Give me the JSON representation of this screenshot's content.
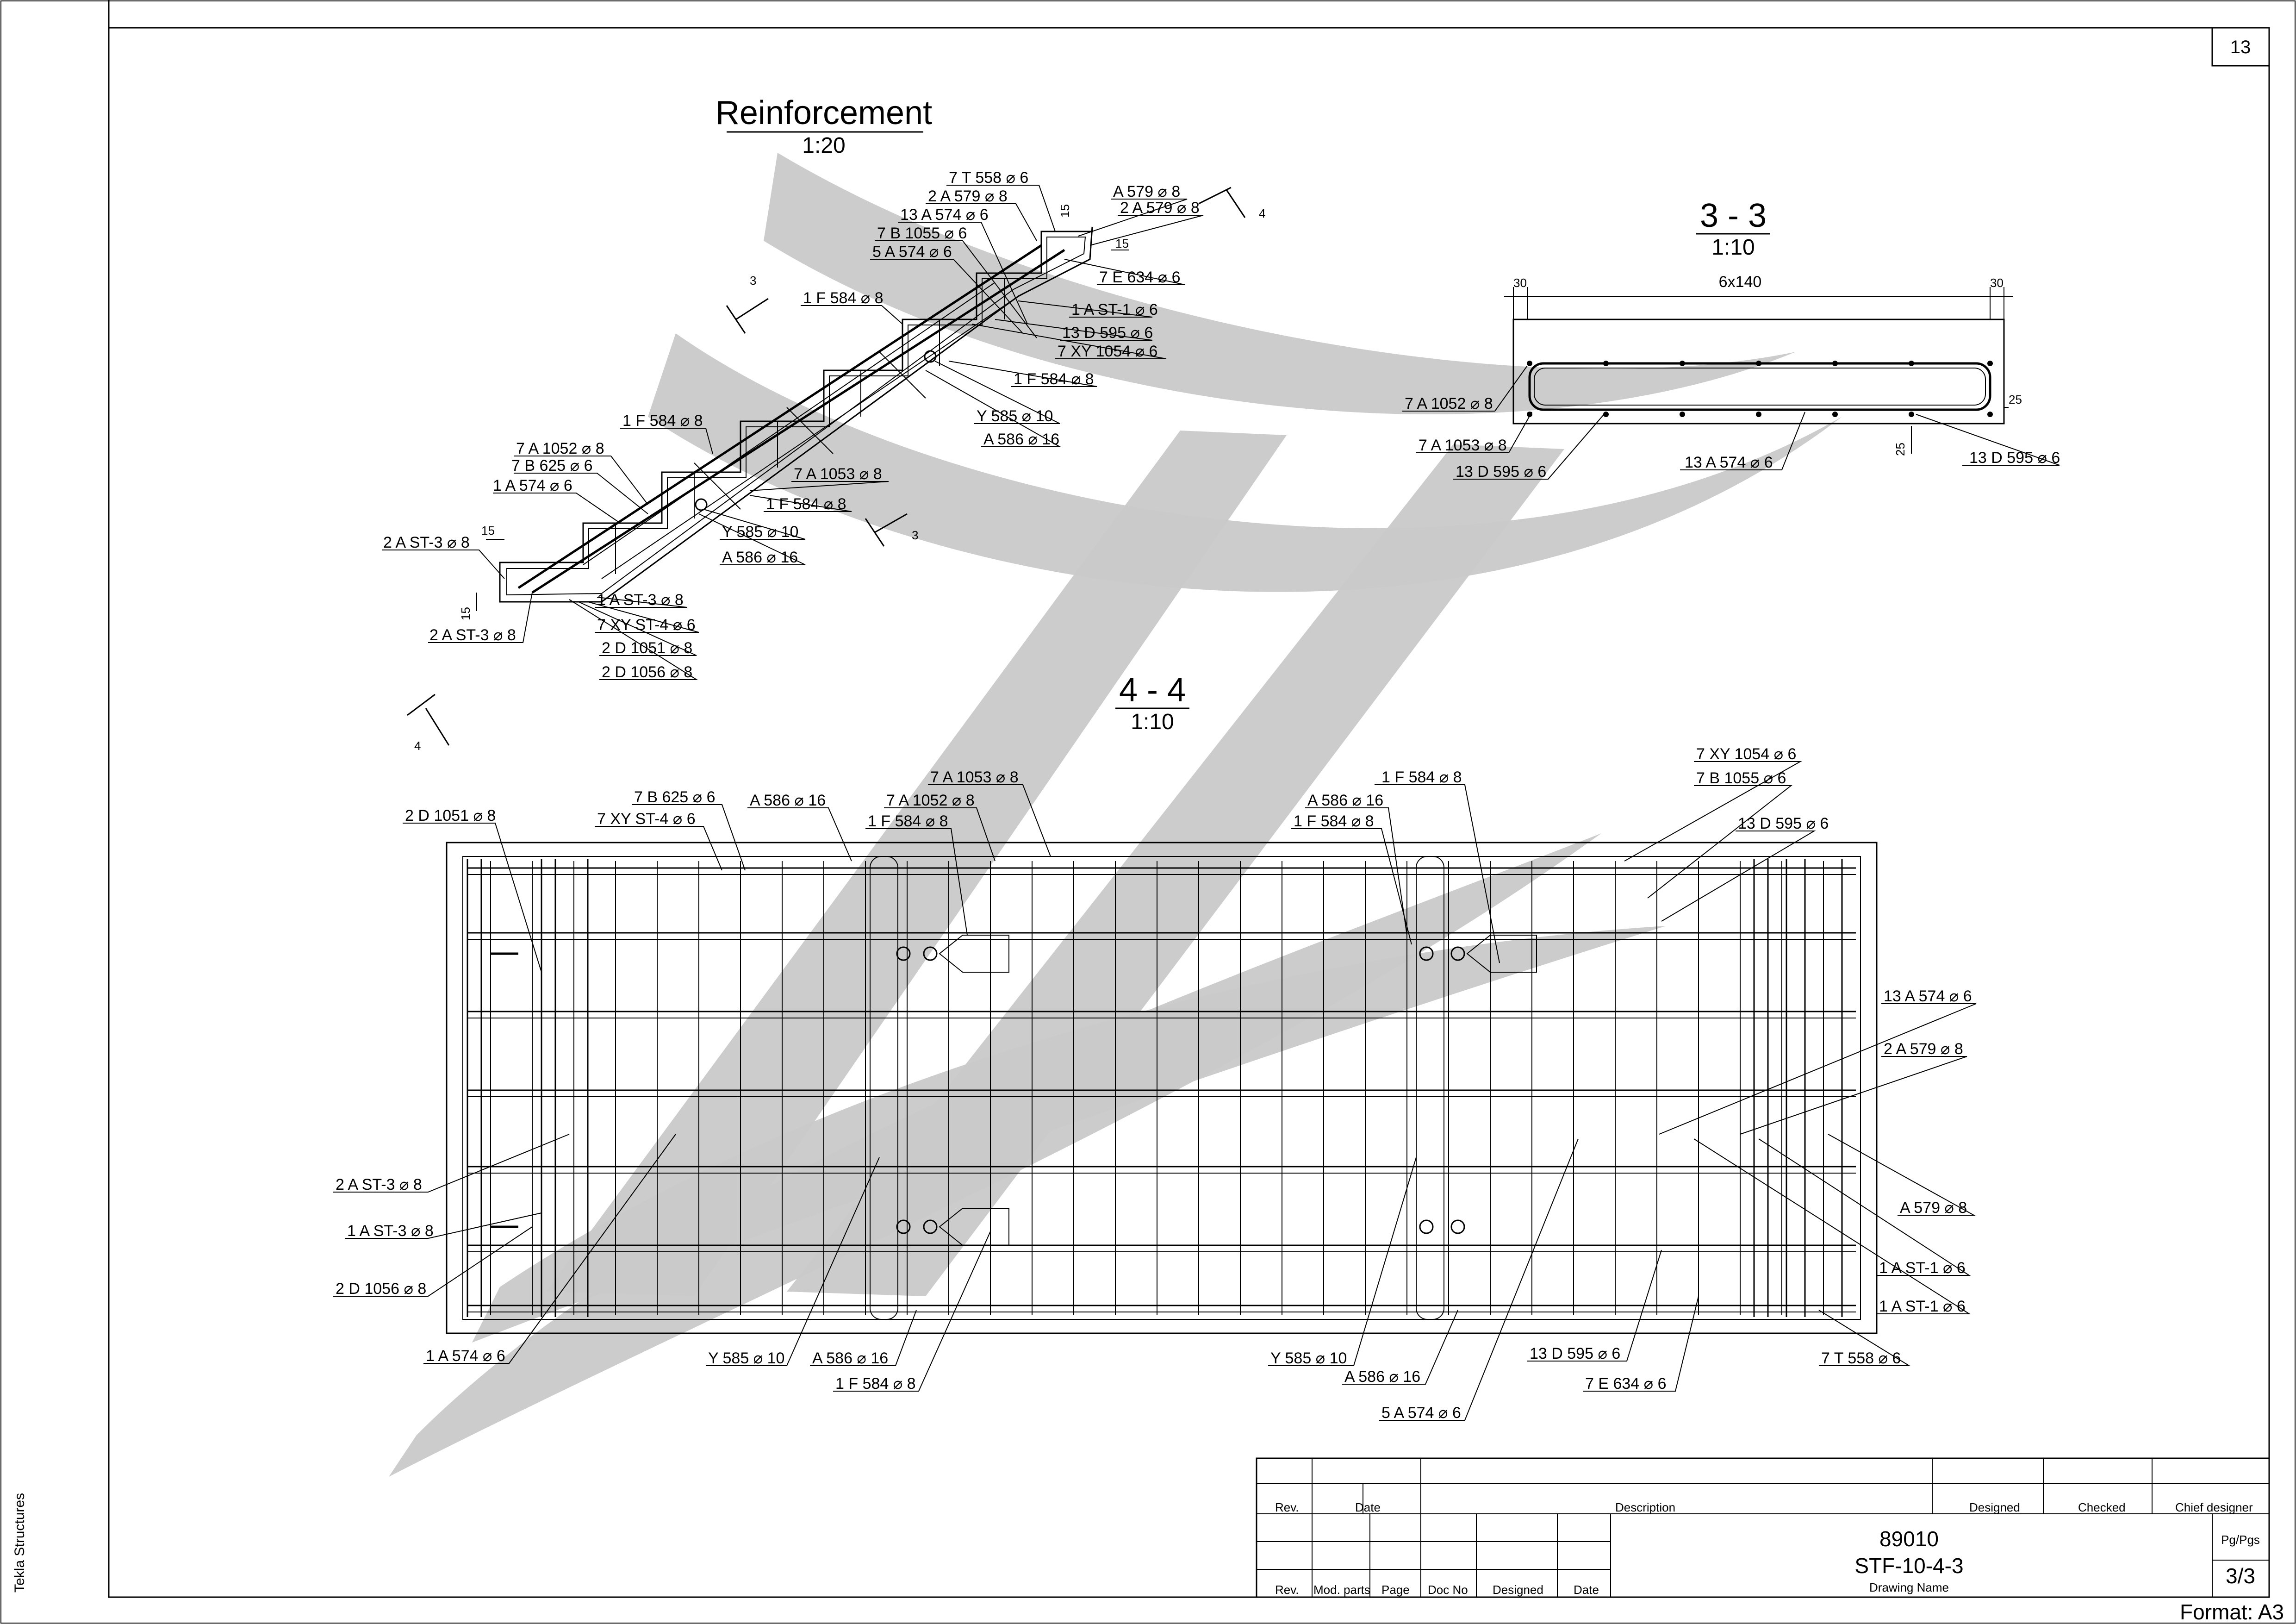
{
  "sheet": {
    "page_number": "13",
    "format_label": "Format: A3",
    "side_label": "Tekla Structures"
  },
  "views": {
    "main": {
      "title": "Reinforcement",
      "scale": "1:20"
    },
    "section_33": {
      "title": "3 - 3",
      "scale": "1:10",
      "dims": [
        "30",
        "6x140",
        "30"
      ],
      "dim_25a": "25",
      "dim_25b": "25"
    },
    "section_44": {
      "title": "4 - 4",
      "scale": "1:10"
    }
  },
  "cut_marks": {
    "m3": "3",
    "m4": "4"
  },
  "main_labels": {
    "l1": "7 T 558 ⌀ 6",
    "l2": "2 A 579 ⌀ 8",
    "l3": "13 A 574 ⌀ 6",
    "l4": "7 B 1055 ⌀ 6",
    "l5": "5 A 574 ⌀ 6",
    "l6": "A 579 ⌀ 8",
    "l7": "2 A 579 ⌀ 8",
    "l8": "7 E 634 ⌀ 6",
    "l9": "1 F 584 ⌀ 8",
    "l10": "1 A ST-1 ⌀ 6",
    "l11": "13 D 595 ⌀ 6",
    "l12": "7 XY 1054 ⌀ 6",
    "l13": "1 F 584 ⌀ 8",
    "l14": "Y 585 ⌀ 10",
    "l15": "A 586 ⌀ 16",
    "l16": "1 F 584 ⌀ 8",
    "l17": "7 A 1052 ⌀ 8",
    "l18": "7 B 625 ⌀ 6",
    "l19": "1 A 574 ⌀ 6",
    "l20": "7 A 1053 ⌀ 8",
    "l21": "1 F 584 ⌀ 8",
    "l22": "Y 585 ⌀ 10",
    "l23": "A 586 ⌀ 16",
    "l24": "2 A ST-3 ⌀ 8",
    "l25": "2 A ST-3 ⌀ 8",
    "l26": "1 A ST-3 ⌀ 8",
    "l27": "7 XY ST-4 ⌀ 6",
    "l28": "2 D 1051 ⌀ 8",
    "l29": "2 D 1056 ⌀ 8",
    "d15a": "15",
    "d15b": "15",
    "d15c": "15"
  },
  "s33_labels": {
    "a": "7 A 1052 ⌀ 8",
    "b": "7 A 1053 ⌀ 8",
    "c": "13 D 595 ⌀ 6",
    "d": "13 A 574 ⌀ 6",
    "e": "13 D 595 ⌀ 6"
  },
  "s44_labels": {
    "t1": "7 B 625 ⌀ 6",
    "t2": "7 XY ST-4 ⌀ 6",
    "t3": "2 D 1051 ⌀ 8",
    "t4": "A 586 ⌀ 16",
    "t5": "7 A 1053 ⌀ 8",
    "t6": "7 A 1052 ⌀ 8",
    "t7": "1 F 584 ⌀ 8",
    "t8": "A 586 ⌀ 16",
    "t9": "1 F 584 ⌀ 8",
    "t10": "1 F 584 ⌀ 8",
    "t11": "7 XY 1054 ⌀ 6",
    "t12": "7 B 1055 ⌀ 6",
    "t13": "13 D 595 ⌀ 6",
    "r1": "13 A 574 ⌀ 6",
    "r2": "2 A 579 ⌀ 8",
    "r3": "A 579 ⌀ 8",
    "r4": "1 A ST-1 ⌀ 6",
    "r5": "1 A ST-1 ⌀ 6",
    "b1": "7 T 558 ⌀ 6",
    "b2": "7 E 634 ⌀ 6",
    "b3": "13 D 595 ⌀ 6",
    "b4": "5 A 574 ⌀ 6",
    "b5": "A 586 ⌀ 16",
    "b6": "Y 585 ⌀ 10",
    "b7": "1 F 584 ⌀ 8",
    "b8": "A 586 ⌀ 16",
    "b9": "Y 585 ⌀ 10",
    "b10": "1 A 574 ⌀ 6",
    "lf1": "2 A ST-3 ⌀ 8",
    "lf2": "1 A ST-3 ⌀ 8",
    "lf3": "2 D 1056 ⌀ 8"
  },
  "title_block": {
    "rev": "Rev.",
    "date": "Date",
    "description": "Description",
    "designed": "Designed",
    "checked": "Checked",
    "chief_designer": "Chief designer",
    "rev2": "Rev.",
    "mod_parts": "Mod. parts",
    "page": "Page",
    "doc_no": "Doc No",
    "designed2": "Designed",
    "date2": "Date",
    "project_no": "89010",
    "drawing_name": "STF-10-4-3",
    "drawing_name_label": "Drawing Name",
    "pg_label": "Pg/Pgs",
    "pg_value": "3/3"
  }
}
